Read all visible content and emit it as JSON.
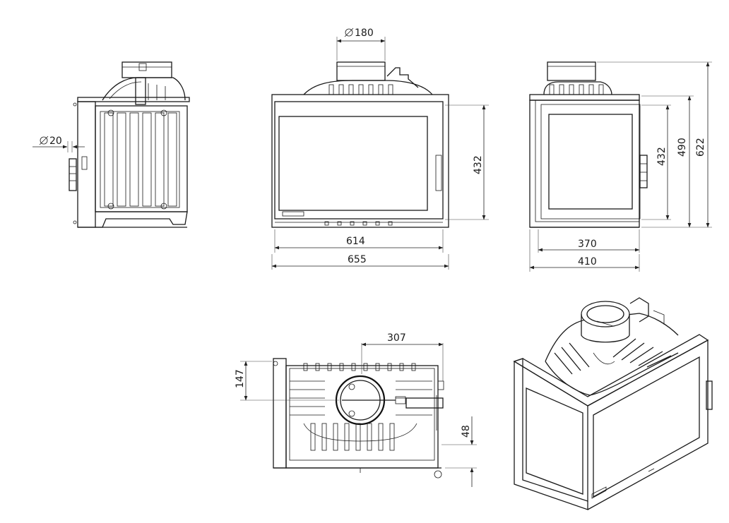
{
  "drawing": {
    "views": [
      "side-view",
      "front-view",
      "right-view",
      "top-view",
      "iso-view"
    ],
    "dimensions": {
      "flue_diameter": "180",
      "inlet_diameter": "20",
      "glass_height_front": "432",
      "glass_width": "614",
      "overall_width": "655",
      "glass_height_side": "432",
      "frame_height": "490",
      "overall_height": "622",
      "side_glass_depth": "370",
      "overall_depth": "410",
      "flue_offset": "307",
      "flue_depth": "147",
      "air_inlet_offset": "48"
    },
    "symbols": {
      "diameter_icon": "diameter-symbol-icon"
    }
  }
}
